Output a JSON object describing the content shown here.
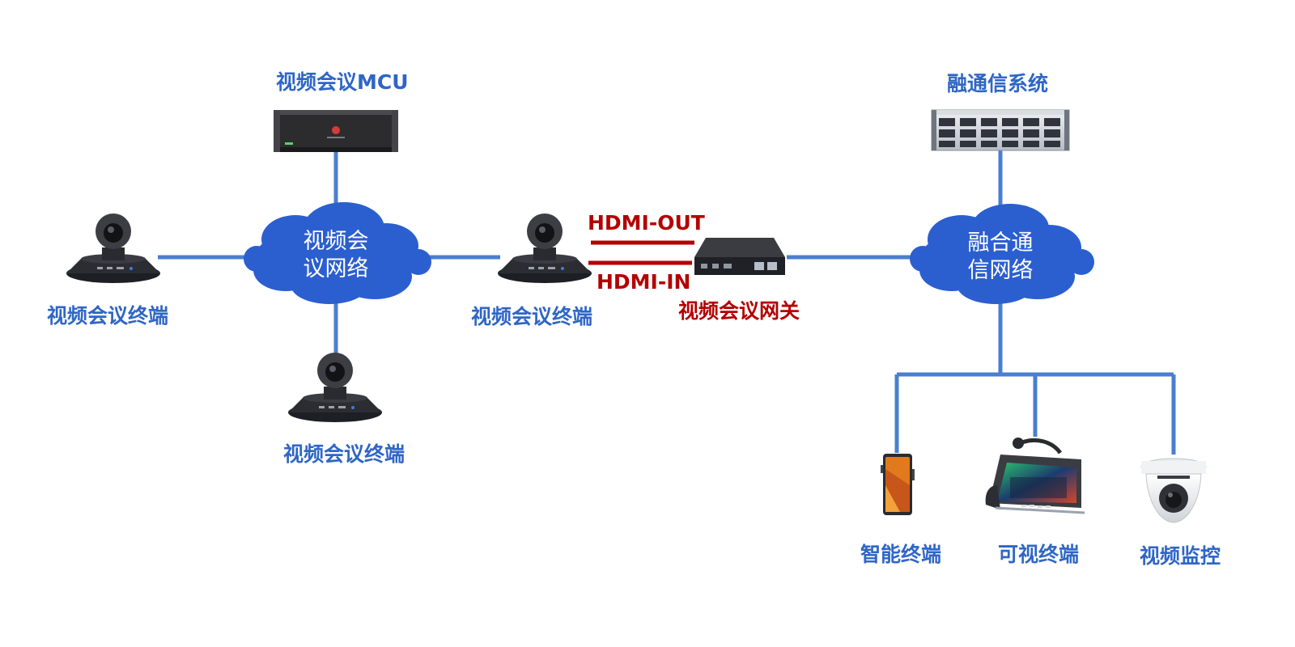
{
  "colors": {
    "link": "#4a7fcf",
    "hdmi": "#b40000",
    "cloud": "#2b5fcf",
    "label_blue": "#2f66c6",
    "label_red": "#b40000"
  },
  "nodes": {
    "mcu": {
      "label": "视频会议MCU",
      "icon": "rack-server-icon"
    },
    "fusion_system": {
      "label": "融通信系统",
      "icon": "rack-server-icon"
    },
    "vc_network": {
      "line1": "视频会",
      "line2": "议网络",
      "icon": "cloud-icon"
    },
    "fusion_network": {
      "line1": "融合通",
      "line2": "信网络",
      "icon": "cloud-icon"
    },
    "terminal_left": {
      "label": "视频会议终端",
      "icon": "ptz-camera-icon"
    },
    "terminal_bottom": {
      "label": "视频会议终端",
      "icon": "ptz-camera-icon"
    },
    "terminal_center": {
      "label": "视频会议终端",
      "icon": "ptz-camera-icon"
    },
    "gateway": {
      "label": "视频会议网关",
      "icon": "gateway-box-icon"
    },
    "smart_terminal": {
      "label": "智能终端",
      "icon": "smartphone-icon"
    },
    "video_terminal": {
      "label": "可视终端",
      "icon": "video-phone-icon"
    },
    "video_surveillance": {
      "label": "视频监控",
      "icon": "dome-camera-icon"
    }
  },
  "links": {
    "hdmi_out": "HDMI-OUT",
    "hdmi_in": "HDMI-IN"
  }
}
